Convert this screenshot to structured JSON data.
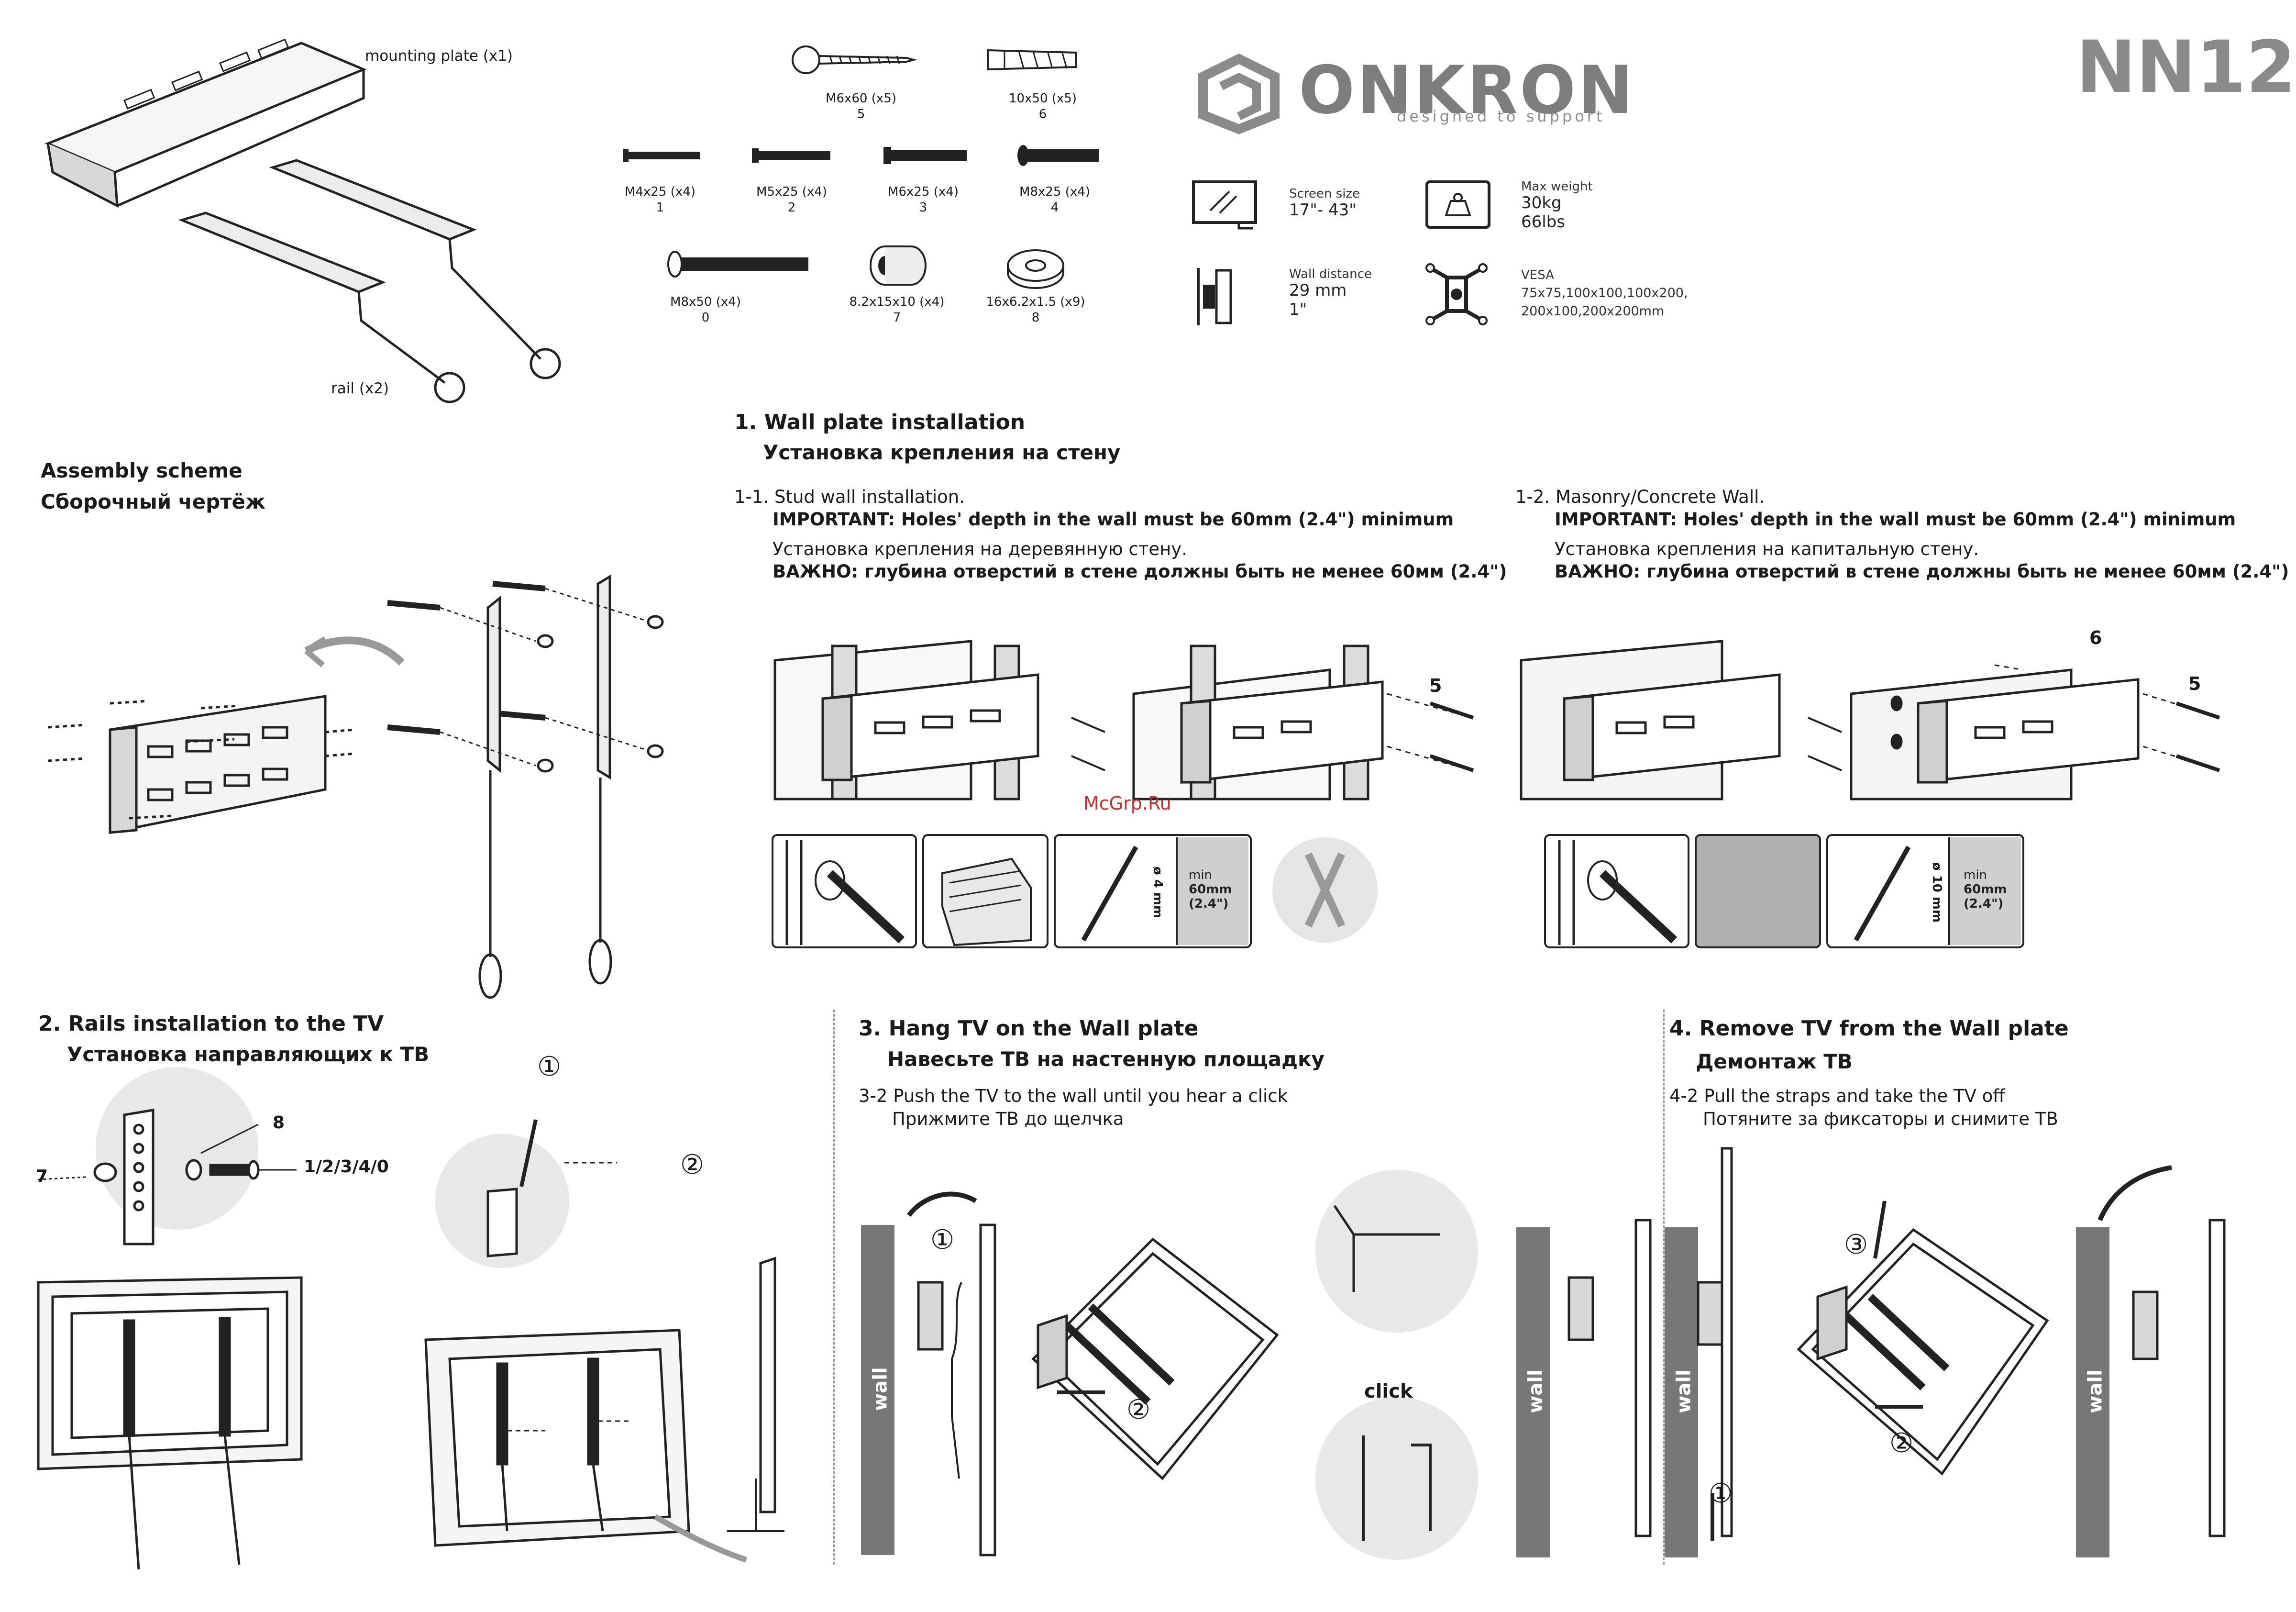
{
  "brand": {
    "name": "ONKRON",
    "tagline": "designed to support",
    "model": "NN12"
  },
  "parts": {
    "mounting_plate": "mounting plate (x1)",
    "rail": "rail (x2)"
  },
  "hardware": [
    {
      "code": "M6x60 (x5)",
      "num": "5"
    },
    {
      "code": "10x50 (x5)",
      "num": "6"
    },
    {
      "code": "M4x25 (x4)",
      "num": "1"
    },
    {
      "code": "M5x25 (x4)",
      "num": "2"
    },
    {
      "code": "M6x25 (x4)",
      "num": "3"
    },
    {
      "code": "M8x25 (x4)",
      "num": "4"
    },
    {
      "code": "M8x50 (x4)",
      "num": "0"
    },
    {
      "code": "8.2x15x10 (x4)",
      "num": "7"
    },
    {
      "code": "16x6.2x1.5 (x9)",
      "num": "8"
    }
  ],
  "specs": {
    "screen_size": {
      "label": "Screen size",
      "value": "17\"- 43\""
    },
    "max_weight": {
      "label": "Max weight",
      "value1": "30kg",
      "value2": "66lbs"
    },
    "wall_distance": {
      "label": "Wall distance",
      "value1": "29 mm",
      "value2": "1\""
    },
    "vesa": {
      "label": "VESA",
      "value1": "75x75,100x100,100x200,",
      "value2": "200x100,200x200mm"
    }
  },
  "assembly": {
    "title_en": "Assembly scheme",
    "title_ru": "Сборочный чертёж"
  },
  "section1": {
    "title_en": "1. Wall plate installation",
    "title_ru": "Установка крепления на стену",
    "stud": {
      "line1": "1-1. Stud wall installation.",
      "line2": "IMPORTANT: Holes' depth in the wall must be 60mm (2.4\") minimum",
      "line3": "Установка крепления на деревянную стену.",
      "line4": "ВАЖНО: глубина отверстий в стене должны быть не менее 60мм (2.4\")"
    },
    "masonry": {
      "line1": "1-2. Masonry/Concrete Wall.",
      "line2": "IMPORTANT: Holes' depth in the wall must be 60mm (2.4\") minimum",
      "line3": "Установка крепления на капитальную стену.",
      "line4": "ВАЖНО: глубина отверстий в стене должны быть не менее 60мм (2.4\")"
    },
    "label_5": "5",
    "label_6": "6",
    "drill_stud": "ø 4 mm",
    "drill_masonry": "ø 10 mm",
    "min_depth": {
      "l1": "min",
      "l2": "60mm",
      "l3": "(2.4\")"
    },
    "watermark": "McGrp.Ru"
  },
  "section2": {
    "title_en": "2. Rails installation to the TV",
    "title_ru": "Установка направляющих к ТВ",
    "label_8": "8",
    "label_7": "7",
    "label_screws": "1/2/3/4/0",
    "step1": "①",
    "step2": "②"
  },
  "section3": {
    "title_en": "3. Hang TV on the Wall plate",
    "title_ru": "Навесьте ТВ на настенную площадку",
    "step_en": "3-2 Push the TV to the wall until you hear a click",
    "step_ru": "Прижмите ТВ до щелчка",
    "click": "click",
    "wall": "wall",
    "step1": "①",
    "step2": "②"
  },
  "section4": {
    "title_en": "4. Remove TV from the Wall plate",
    "title_ru": "Демонтаж ТВ",
    "step_en": "4-2 Pull the straps and take the TV off",
    "step_ru": "Потяните за фиксаторы и снимите ТВ",
    "wall": "wall",
    "step1": "①",
    "step2": "②",
    "step3": "③"
  }
}
